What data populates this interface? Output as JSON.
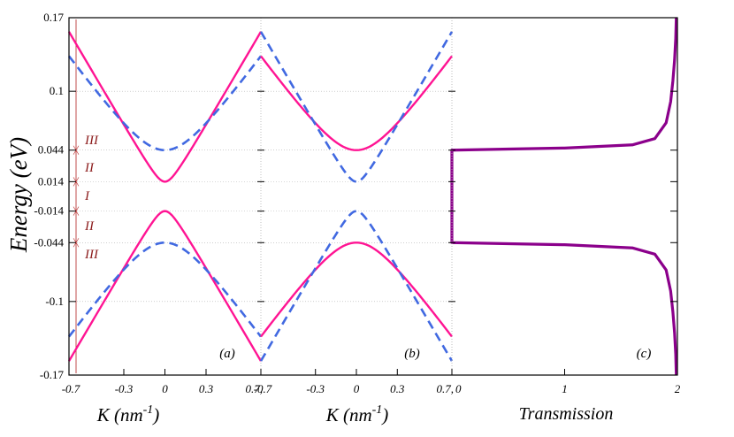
{
  "colors": {
    "solid": "#ff1493",
    "dashed": "#4169e1",
    "transmission": "#8b008b",
    "region_marker": "#b22222",
    "grid": "#b0b0b0"
  },
  "y_axis": {
    "label": "Energy (eV)",
    "ticks": [
      "0.17",
      "0.1",
      "0.044",
      "0.014",
      "-0.014",
      "-0.044",
      "-0.1",
      "-0.17"
    ],
    "values": [
      0.17,
      0.1,
      0.044,
      0.014,
      -0.014,
      -0.044,
      -0.1,
      -0.17
    ]
  },
  "x_axis_k": {
    "label_main": "K (nm",
    "label_exp": "-1",
    "label_close": ")"
  },
  "x_axis_t": {
    "label": "Transmission"
  },
  "x_tick_labels": {
    "a": [
      "-0.7",
      "-0.3",
      "0",
      "0.3",
      "0.7,"
    ],
    "b": [
      "-0.7",
      "-0.3",
      "0",
      "0.3",
      "0.7,"
    ],
    "c": [
      "0",
      "1",
      "2"
    ]
  },
  "region_labels": [
    "III",
    "II",
    "I",
    "II",
    "III"
  ],
  "panel_labels": [
    "(a)",
    "(b)",
    "(c)"
  ],
  "chart_data": [
    {
      "panel": "(a)",
      "type": "line",
      "xlabel": "K (nm-1)",
      "ylabel": "Energy (eV)",
      "xlim": [
        -0.7,
        0.7
      ],
      "ylim": [
        -0.17,
        0.17
      ],
      "grid": true,
      "series": [
        {
          "style": "solid",
          "gap": 0.014
        },
        {
          "style": "dashed",
          "gap": 0.044
        }
      ],
      "regions": [
        {
          "label": "III",
          "range": [
            0.044,
            0.17
          ]
        },
        {
          "label": "II",
          "range": [
            0.014,
            0.044
          ]
        },
        {
          "label": "I",
          "range": [
            -0.014,
            0.014
          ]
        },
        {
          "label": "II",
          "range": [
            -0.044,
            -0.014
          ]
        },
        {
          "label": "III",
          "range": [
            -0.17,
            -0.044
          ]
        }
      ]
    },
    {
      "panel": "(b)",
      "type": "line",
      "xlabel": "K (nm-1)",
      "xlim": [
        -0.7,
        0.7
      ],
      "ylim": [
        -0.17,
        0.17
      ],
      "grid": true,
      "series": [
        {
          "style": "solid",
          "gap": 0.044
        },
        {
          "style": "dashed",
          "gap": 0.014
        }
      ]
    },
    {
      "panel": "(c)",
      "type": "line",
      "xlabel": "Transmission",
      "xlim": [
        0,
        2
      ],
      "ylim": [
        -0.17,
        0.17
      ],
      "series": [
        {
          "style": "solid",
          "points": [
            [
              1.99,
              0.17
            ],
            [
              1.985,
              0.15
            ],
            [
              1.975,
              0.13
            ],
            [
              1.96,
              0.11
            ],
            [
              1.94,
              0.09
            ],
            [
              1.9,
              0.07
            ],
            [
              1.8,
              0.055
            ],
            [
              1.6,
              0.049
            ],
            [
              1.0,
              0.046
            ],
            [
              0.5,
              0.045
            ],
            [
              0.0,
              0.044
            ],
            [
              0.0,
              -0.044
            ],
            [
              0.5,
              -0.045
            ],
            [
              1.0,
              -0.046
            ],
            [
              1.6,
              -0.049
            ],
            [
              1.8,
              -0.055
            ],
            [
              1.9,
              -0.07
            ],
            [
              1.94,
              -0.09
            ],
            [
              1.96,
              -0.11
            ],
            [
              1.975,
              -0.13
            ],
            [
              1.985,
              -0.15
            ],
            [
              1.99,
              -0.17
            ]
          ]
        }
      ]
    }
  ]
}
